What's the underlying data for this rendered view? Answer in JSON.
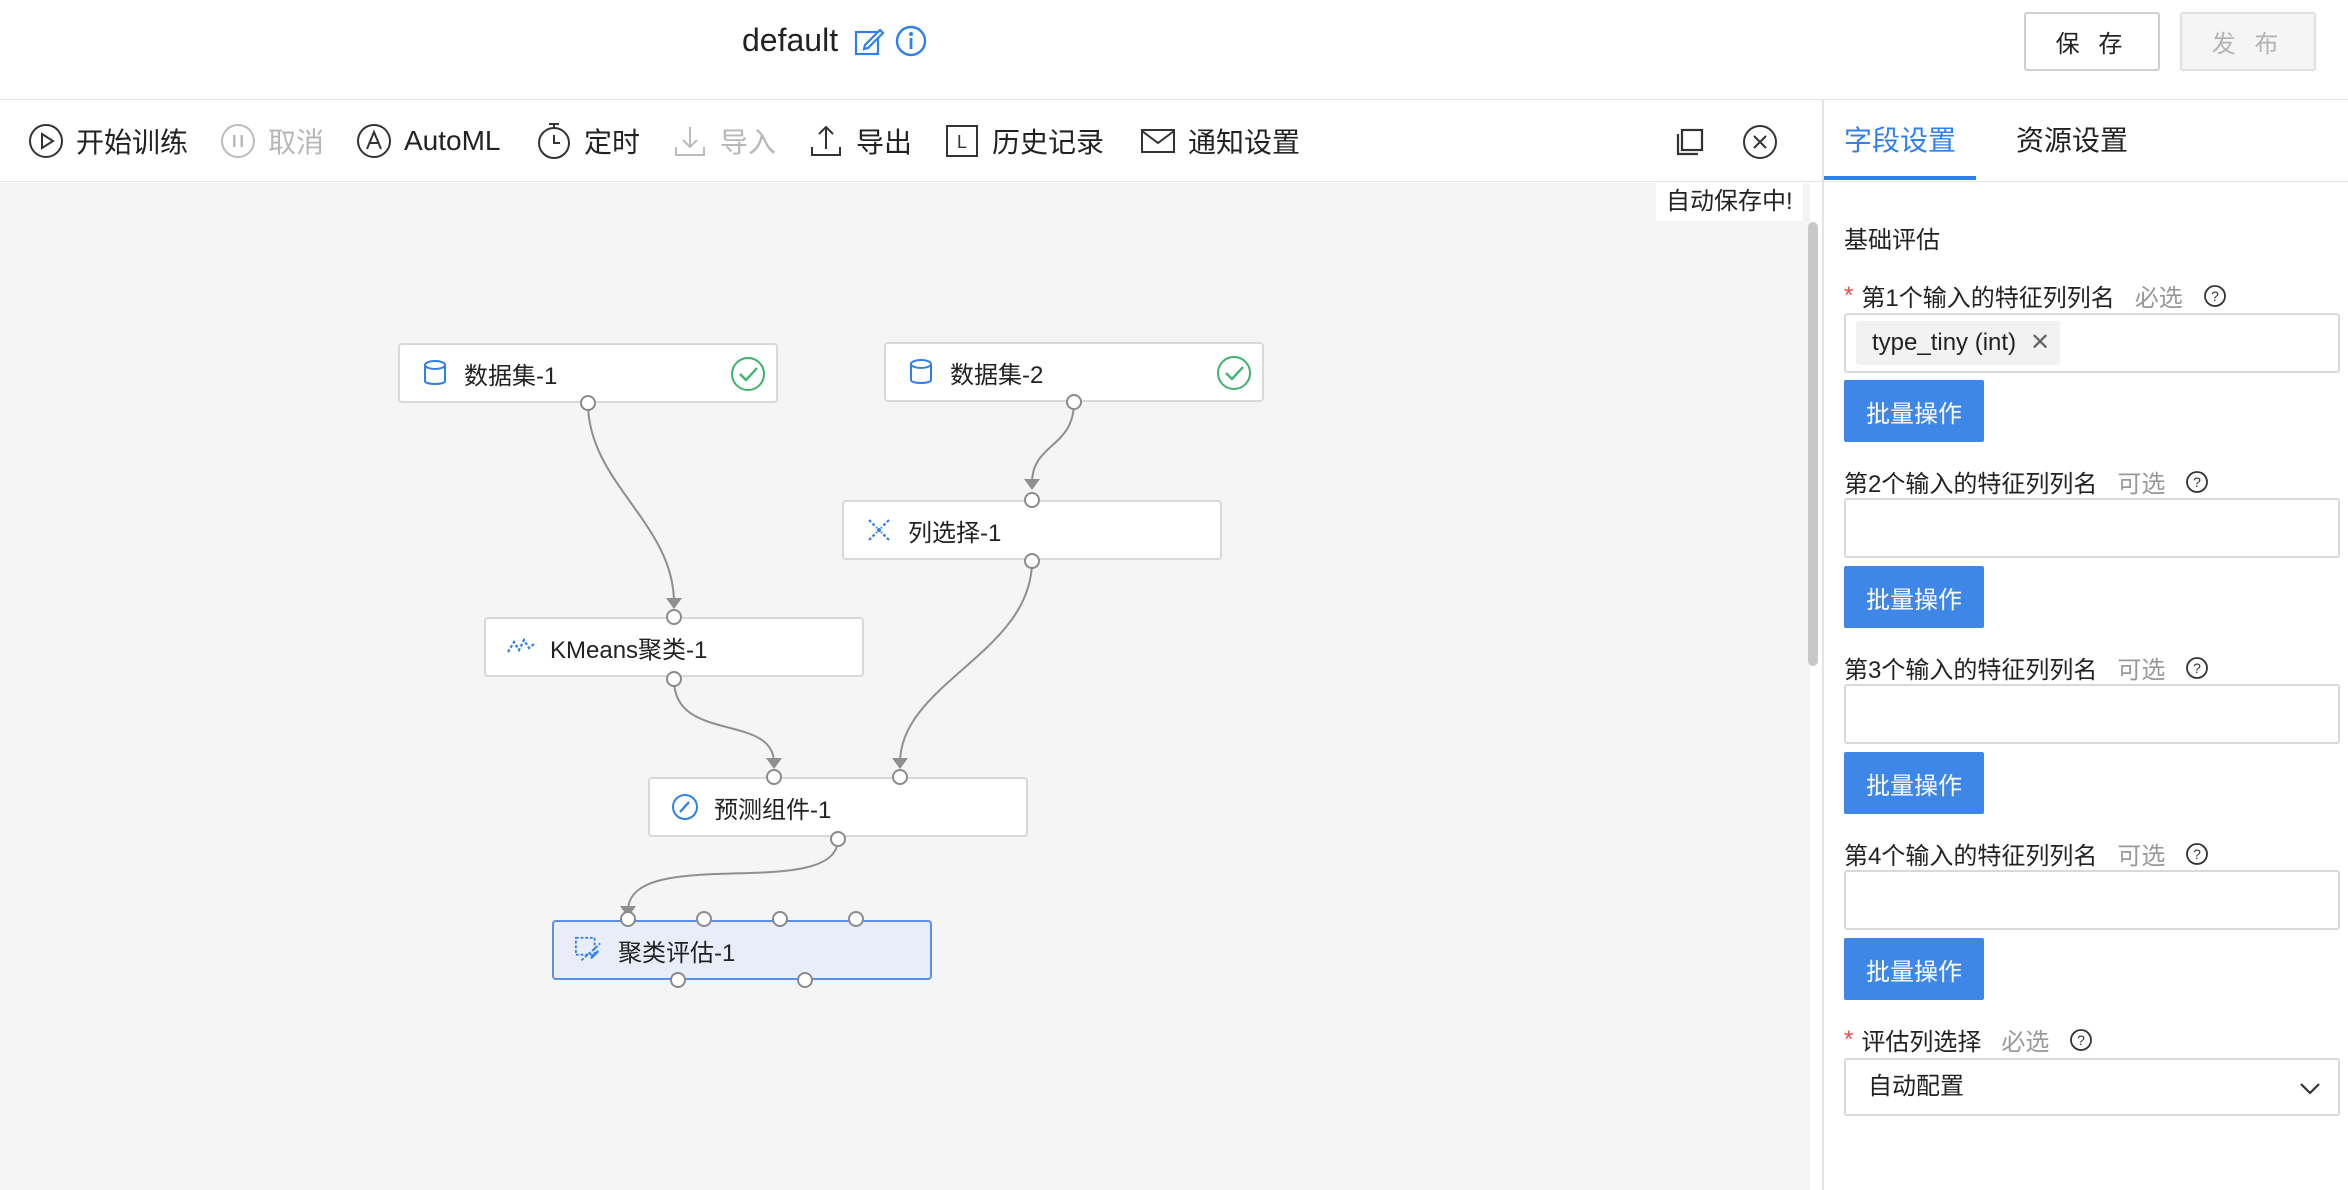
{
  "header": {
    "title": "default",
    "save_label": "保 存",
    "publish_label": "发 布"
  },
  "toolbar": {
    "start_training": "开始训练",
    "cancel": "取消",
    "automl": "AutoML",
    "schedule": "定时",
    "import": "导入",
    "export": "导出",
    "history": "历史记录",
    "notify_settings": "通知设置",
    "history_icon_letter": "L"
  },
  "canvas": {
    "autosave_text": "自动保存中!",
    "nodes": {
      "dataset1": "数据集-1",
      "dataset2": "数据集-2",
      "colselect": "列选择-1",
      "kmeans": "KMeans聚类-1",
      "predict": "预测组件-1",
      "clustereval": "聚类评估-1"
    }
  },
  "panel": {
    "tabs": [
      "字段设置",
      "资源设置"
    ],
    "active_tab": 0,
    "section_title": "基础评估",
    "fields": [
      {
        "label": "第1个输入的特征列列名",
        "hint": "必选",
        "required": true,
        "tag": "type_tiny (int)"
      },
      {
        "label": "第2个输入的特征列列名",
        "hint": "可选",
        "required": false
      },
      {
        "label": "第3个输入的特征列列名",
        "hint": "可选",
        "required": false
      },
      {
        "label": "第4个输入的特征列列名",
        "hint": "可选",
        "required": false
      }
    ],
    "bulk_label": "批量操作",
    "eval_label": "评估列选择",
    "eval_hint": "必选",
    "eval_value": "自动配置",
    "required_mark": "*",
    "help_mark": "?",
    "tag_close": "✕"
  },
  "colors": {
    "accent": "#2f80ed",
    "button": "#3f87e6",
    "success": "#3fb36b",
    "required": "#e34d4d"
  }
}
